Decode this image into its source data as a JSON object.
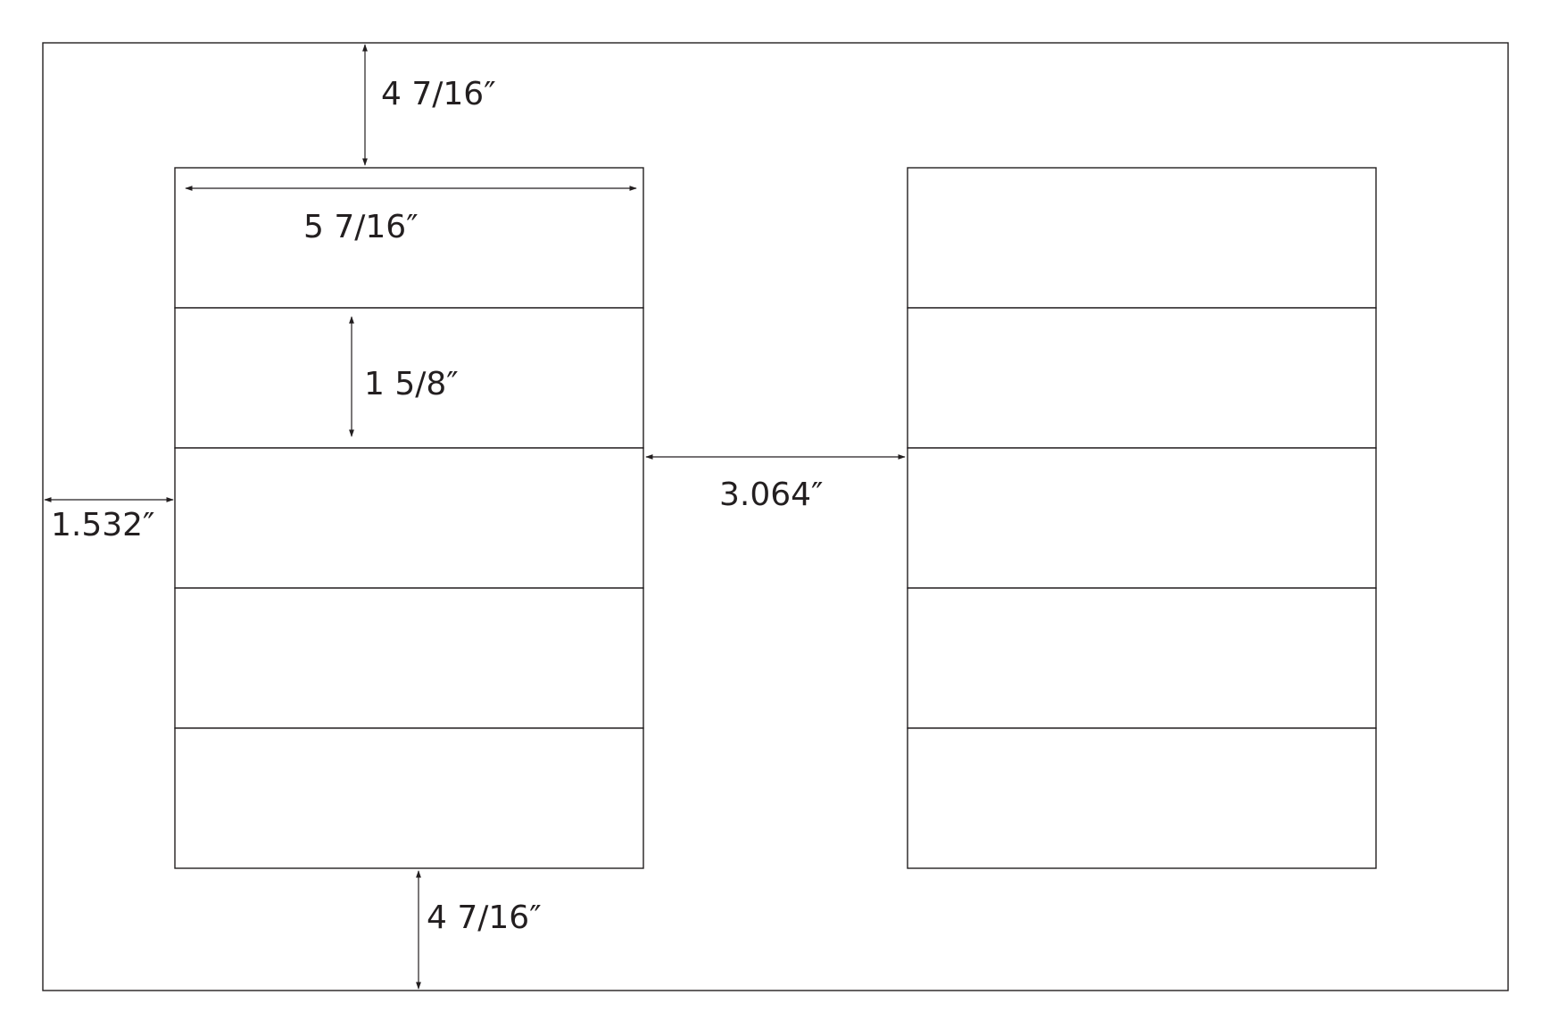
{
  "diagram": {
    "colors": {
      "ink": "#231f20",
      "background": "#ffffff"
    },
    "columns": 2,
    "labels_per_column": 5,
    "dimensions": {
      "top_margin": "4 7/16″",
      "label_width": "5 7/16″",
      "label_height": "1 5/8″",
      "side_margin": "1.532″",
      "column_gap": "3.064″",
      "bottom_margin": "4 7/16″"
    }
  }
}
